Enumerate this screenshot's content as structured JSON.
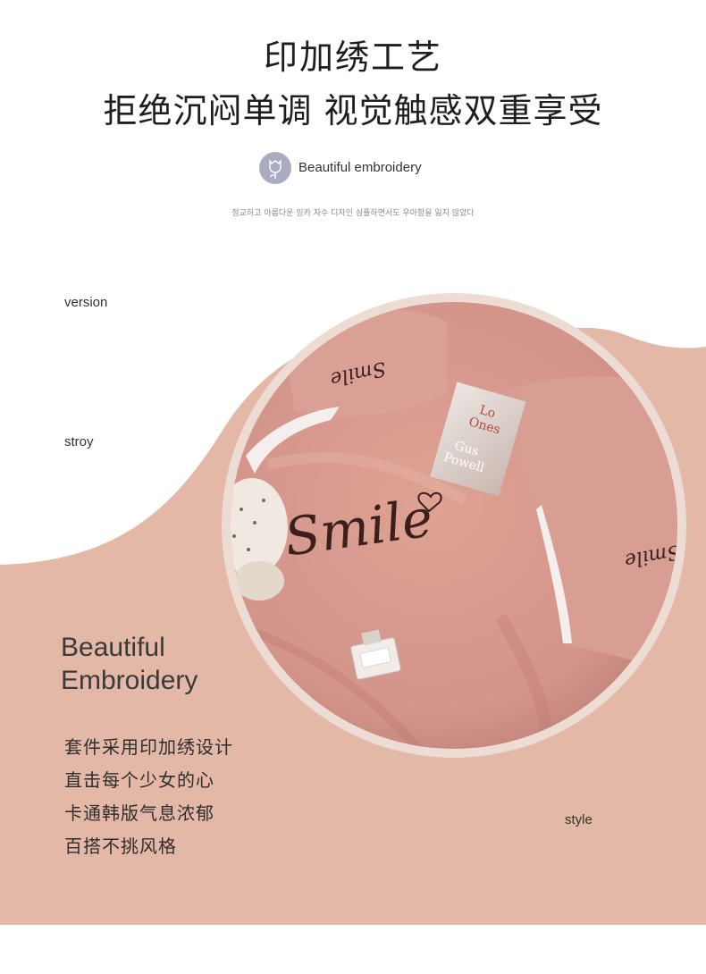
{
  "header": {
    "title_line1": "印加绣工艺",
    "title_line2": "拒绝沉闷单调 视觉触感双重享受",
    "subtitle_en": "Beautiful embroidery",
    "subtitle_icon": "rose-icon",
    "korean_line": "정교하고 아름다운 잉카 자수 디자인 심플하면서도 우아함을 잃지 않았다"
  },
  "labels": {
    "version": "version",
    "stroy": "stroy",
    "style": "style"
  },
  "photo": {
    "main_embroidery": "Smile",
    "pillow_embroidery_left": "Smile",
    "pillow_embroidery_right": "Smile",
    "book_line1": "Lo",
    "book_line2": "Ones",
    "book_line3": "Gus",
    "book_line4": "Powell",
    "icon": "heart-icon"
  },
  "content": {
    "heading_line1": "Beautiful",
    "heading_line2": "Embroidery",
    "body": [
      "套件采用印加绣设计",
      "直击每个少女的心",
      "卡通韩版气息浓郁",
      "百搭不挑风格"
    ]
  },
  "colors": {
    "accent_pink": "#e3b8a6",
    "badge_gray": "#a9acc0",
    "fabric_pink": "#d99a8c"
  }
}
